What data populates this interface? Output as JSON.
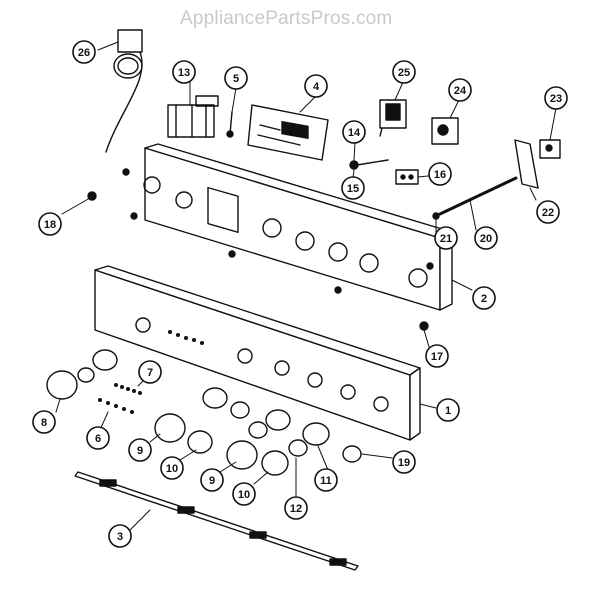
{
  "watermark": "AppliancePartsPros.com",
  "callouts": [
    "26",
    "13",
    "5",
    "4",
    "25",
    "24",
    "23",
    "14",
    "15",
    "16",
    "18",
    "20",
    "21",
    "22",
    "2",
    "17",
    "7",
    "8",
    "6",
    "9",
    "10",
    "9",
    "10",
    "12",
    "11",
    "19",
    "1",
    "3"
  ]
}
